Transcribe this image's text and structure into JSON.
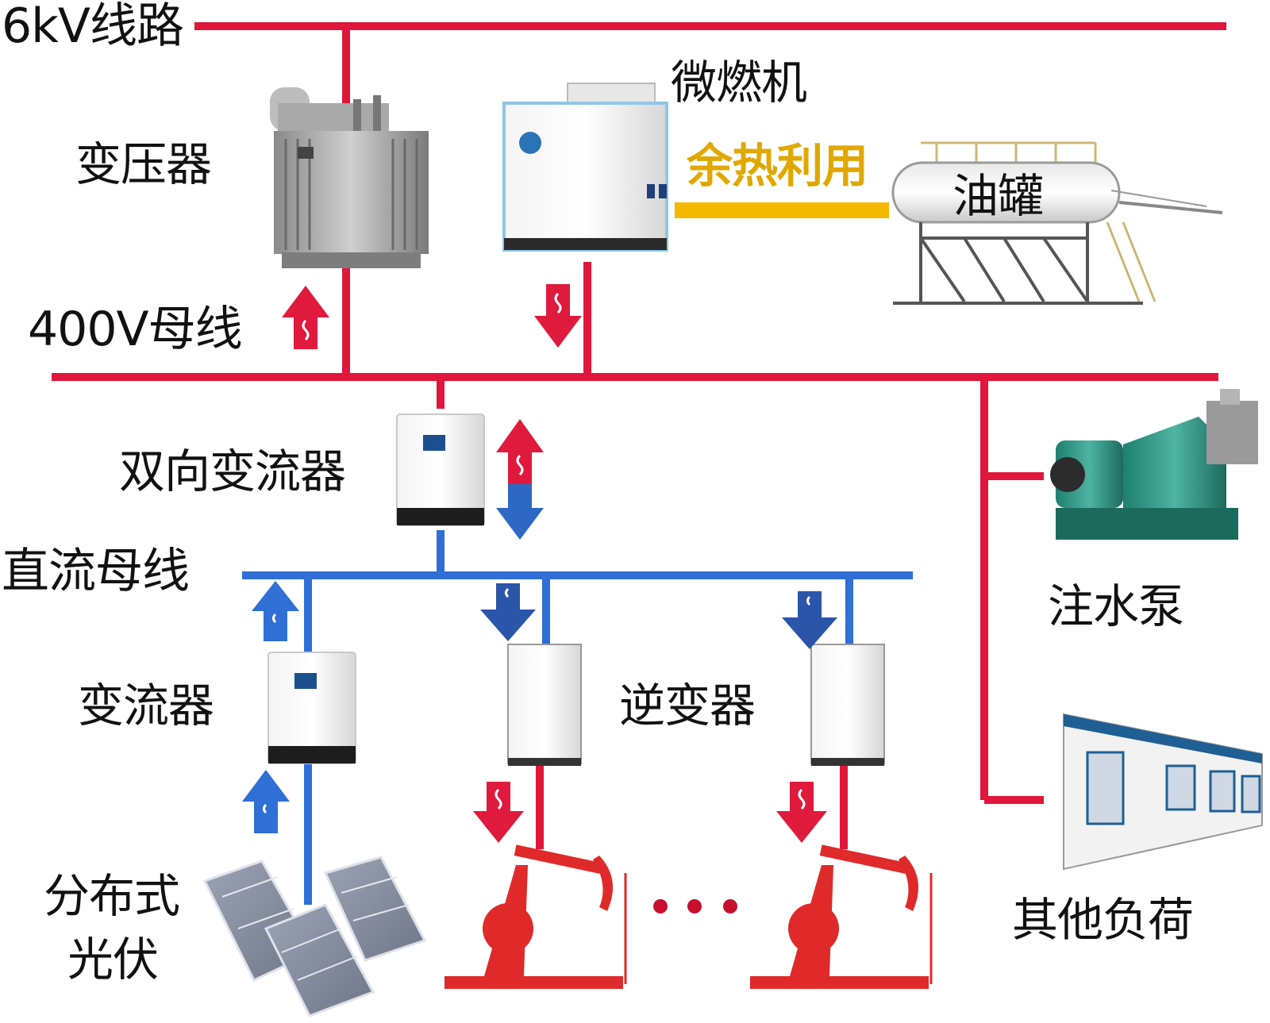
{
  "labels": {
    "kv_line": "6kV线路",
    "bus_400v": "400V母线",
    "dc_bus": "直流母线",
    "transformer": "变压器",
    "microturbine": "微燃机",
    "waste_heat": "余热利用",
    "oil_tank": "油罐",
    "bidirectional_converter": "双向变流器",
    "converter": "变流器",
    "inverter": "逆变器",
    "distributed_pv_line1": "分布式",
    "distributed_pv_line2": "光伏",
    "water_pump": "注水泵",
    "other_loads": "其他负荷"
  },
  "colors": {
    "ac_line": "#e0163a",
    "dc_line": "#2f6fd6",
    "heat_line": "#f5b800",
    "arrow_red": "#e01a3c",
    "arrow_blue": "#2d68c4",
    "dark_blue_arrow": "#2a55a8"
  }
}
